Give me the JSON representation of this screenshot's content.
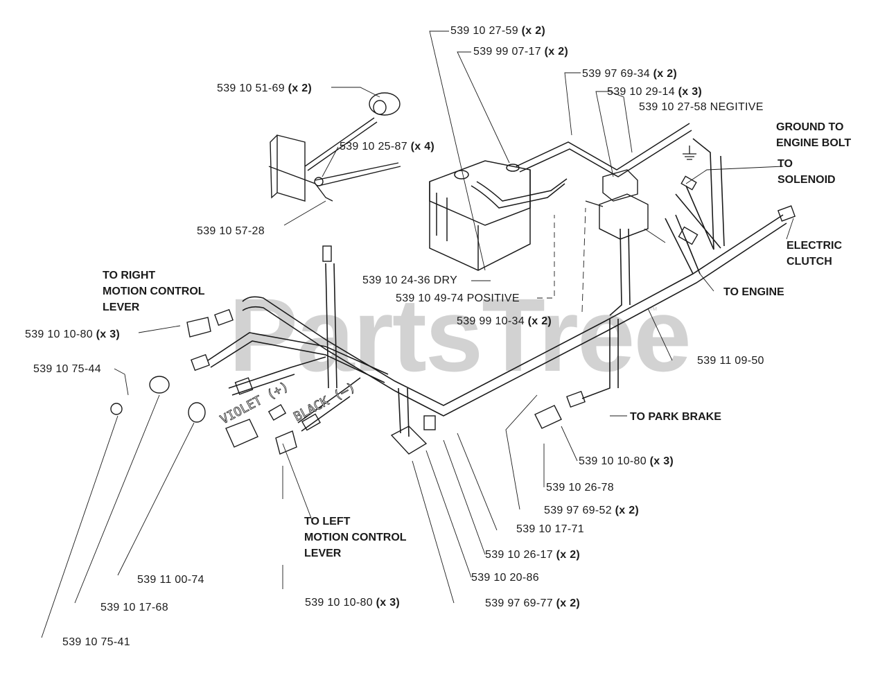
{
  "watermark": {
    "text": "PartsTree",
    "trademark": "™"
  },
  "wire_labels": {
    "violet": "VIOLET (+)",
    "black": "BLACK (–)"
  },
  "parts": [
    {
      "id": "p1",
      "number": "539 10 27-59",
      "qty": "(x 2)"
    },
    {
      "id": "p2",
      "number": "539 99 07-17",
      "qty": "(x 2)"
    },
    {
      "id": "p3",
      "number": "539 97 69-34",
      "qty": "(x 2)"
    },
    {
      "id": "p4",
      "number": "539 10 51-69",
      "qty": "(x 2)"
    },
    {
      "id": "p5",
      "number": "539 10 29-14",
      "qty": "(x 3)"
    },
    {
      "id": "p6",
      "number": "539 10 27-58 NEGITIVE",
      "qty": ""
    },
    {
      "id": "p7",
      "number": "539 10 25-87",
      "qty": "(x 4)"
    },
    {
      "id": "p8",
      "number": "539 10 57-28",
      "qty": ""
    },
    {
      "id": "p9",
      "number": "539 10 24-36 DRY",
      "qty": ""
    },
    {
      "id": "p10",
      "number": "539 10 49-74 POSITIVE",
      "qty": ""
    },
    {
      "id": "p11",
      "number": "539 99 10-34",
      "qty": "(x 2)"
    },
    {
      "id": "p12",
      "number": "539 10 10-80",
      "qty": "(x 3)"
    },
    {
      "id": "p13",
      "number": "539 11 09-50",
      "qty": ""
    },
    {
      "id": "p14",
      "number": "539 10 75-44",
      "qty": ""
    },
    {
      "id": "p15",
      "number": "539 10 10-80",
      "qty": "(x 3)"
    },
    {
      "id": "p16",
      "number": "539 10 26-78",
      "qty": ""
    },
    {
      "id": "p17",
      "number": "539 97 69-52",
      "qty": "(x 2)"
    },
    {
      "id": "p18",
      "number": "539 10 17-71",
      "qty": ""
    },
    {
      "id": "p19",
      "number": "539 10 26-17",
      "qty": "(x 2)"
    },
    {
      "id": "p20",
      "number": "539 10 20-86",
      "qty": ""
    },
    {
      "id": "p21",
      "number": "539 11 00-74",
      "qty": ""
    },
    {
      "id": "p22",
      "number": "539 10 10-80",
      "qty": "(x 3)"
    },
    {
      "id": "p23",
      "number": "539 97 69-77",
      "qty": "(x 2)"
    },
    {
      "id": "p24",
      "number": "539 10 17-68",
      "qty": ""
    },
    {
      "id": "p25",
      "number": "539 10 75-41",
      "qty": ""
    }
  ],
  "captions": [
    {
      "id": "c1",
      "lines": [
        "GROUND TO",
        "ENGINE BOLT"
      ]
    },
    {
      "id": "c2",
      "lines": [
        "TO",
        "SOLENOID"
      ]
    },
    {
      "id": "c3",
      "lines": [
        "ELECTRIC",
        "CLUTCH"
      ]
    },
    {
      "id": "c4",
      "lines": [
        "TO ENGINE"
      ]
    },
    {
      "id": "c5",
      "lines": [
        "TO RIGHT",
        "MOTION CONTROL",
        "LEVER"
      ]
    },
    {
      "id": "c6",
      "lines": [
        "TO PARK BRAKE"
      ]
    },
    {
      "id": "c7",
      "lines": [
        "TO LEFT",
        "MOTION CONTROL",
        "LEVER"
      ]
    }
  ]
}
